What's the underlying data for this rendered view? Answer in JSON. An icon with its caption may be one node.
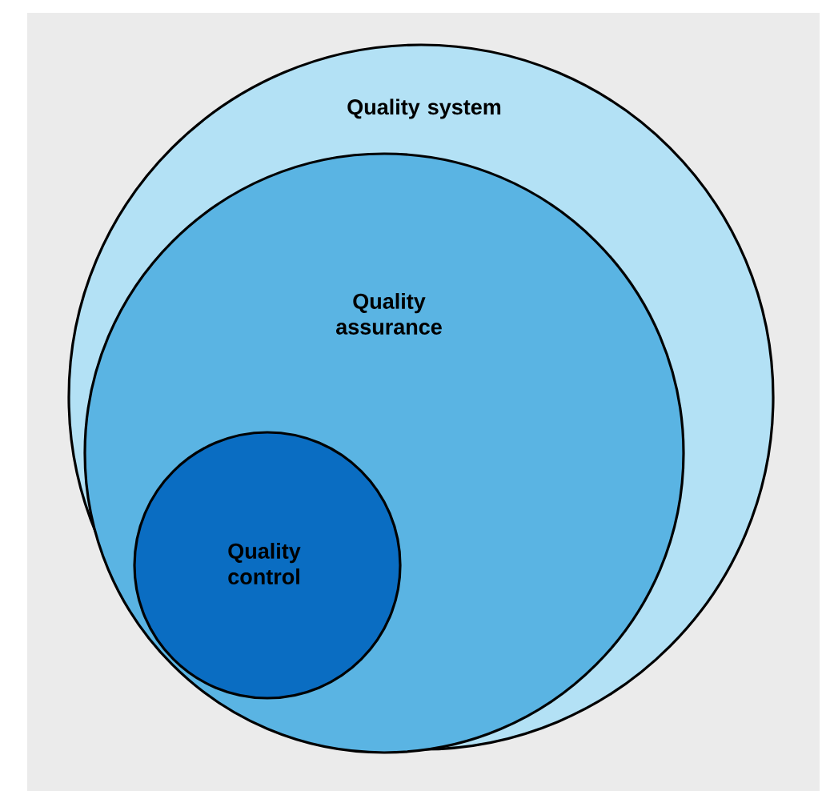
{
  "diagram": {
    "nodes": [
      {
        "text": [
          "Quality system"
        ]
      },
      {
        "text": [
          "Quality assurance"
        ],
        "in": 0
      },
      {
        "text": [
          "Quality control"
        ],
        "in": 1
      }
    ]
  }
}
